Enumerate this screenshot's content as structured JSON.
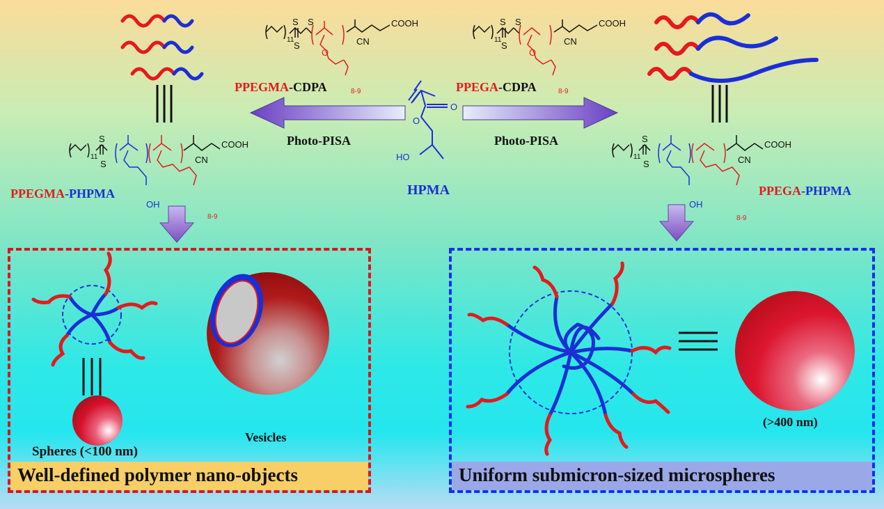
{
  "center": {
    "monomer_label": "HPMA",
    "ho_label": "HO"
  },
  "left": {
    "macro_cta": {
      "name_red": "PPEGMA",
      "name_suffix": "-CDPA"
    },
    "arrow_label": "Photo-PISA",
    "product": {
      "name_red": "PPEGMA",
      "name_blue": "-PHPMA"
    },
    "spheres_caption": "Spheres (<100 nm)",
    "vesicles_caption": "Vesicles",
    "banner": "Well-defined polymer nano-objects"
  },
  "right": {
    "macro_cta": {
      "name_red": "PPEGA",
      "name_suffix": "-CDPA"
    },
    "arrow_label": "Photo-PISA",
    "product": {
      "name_red": "PPEGA",
      "name_blue": "-PHPMA"
    },
    "size_caption": "(>400 nm)",
    "banner": "Uniform submicron-sized microspheres"
  },
  "chem": {
    "cooh": "COOH",
    "cn": "CN",
    "oh": "OH",
    "s": "S",
    "o": "O",
    "sub11": "11",
    "sub89": "8-9"
  },
  "colors": {
    "red": "#e41a1c",
    "blue": "#1a2fd6",
    "arrow": "#7b4fc0"
  }
}
